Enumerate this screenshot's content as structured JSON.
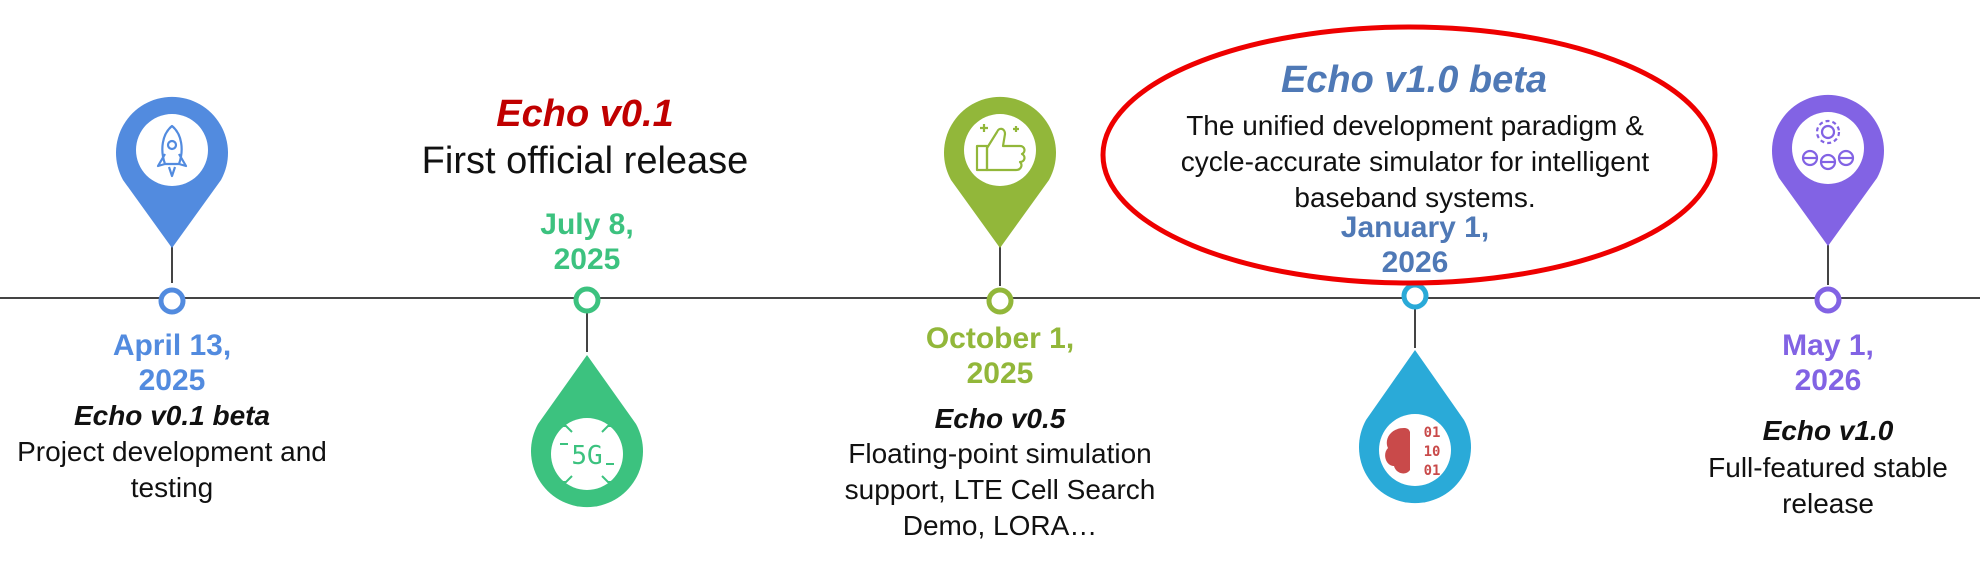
{
  "colors": {
    "blue": "#528bdf",
    "teal": "#3cc27f",
    "green": "#92b73a",
    "cyan": "#2aaad8",
    "purple": "#8263e4",
    "dateBlue": "#4f79b6",
    "red": "#c00000",
    "highlight": "#ee0000",
    "axis": "#444444"
  },
  "milestones": [
    {
      "date": "April 13,\n2025",
      "version": "Echo v0.1 beta",
      "description": "Project development and\ntesting",
      "icon": "rocket-icon",
      "color": "blue"
    },
    {
      "date": "July 8,\n2025",
      "version": "Echo v0.1",
      "description": "First official release",
      "icon": "5g-chip-icon",
      "color": "teal"
    },
    {
      "date": "October 1,\n2025",
      "version": "Echo v0.5",
      "description": "Floating-point simulation\nsupport, LTE Cell Search\nDemo, LORA…",
      "icon": "thumbs-up-icon",
      "color": "green"
    },
    {
      "date": "January 1,\n2026",
      "version": "Echo v1.0 beta",
      "description": "The unified development paradigm &\ncycle-accurate simulator for intelligent\nbaseband systems.",
      "icon": "brain-binary-icon",
      "color": "cyan"
    },
    {
      "date": "May 1,\n2026",
      "version": "Echo v1.0",
      "description": "Full-featured stable\nrelease",
      "icon": "gear-people-icon",
      "color": "purple"
    }
  ]
}
